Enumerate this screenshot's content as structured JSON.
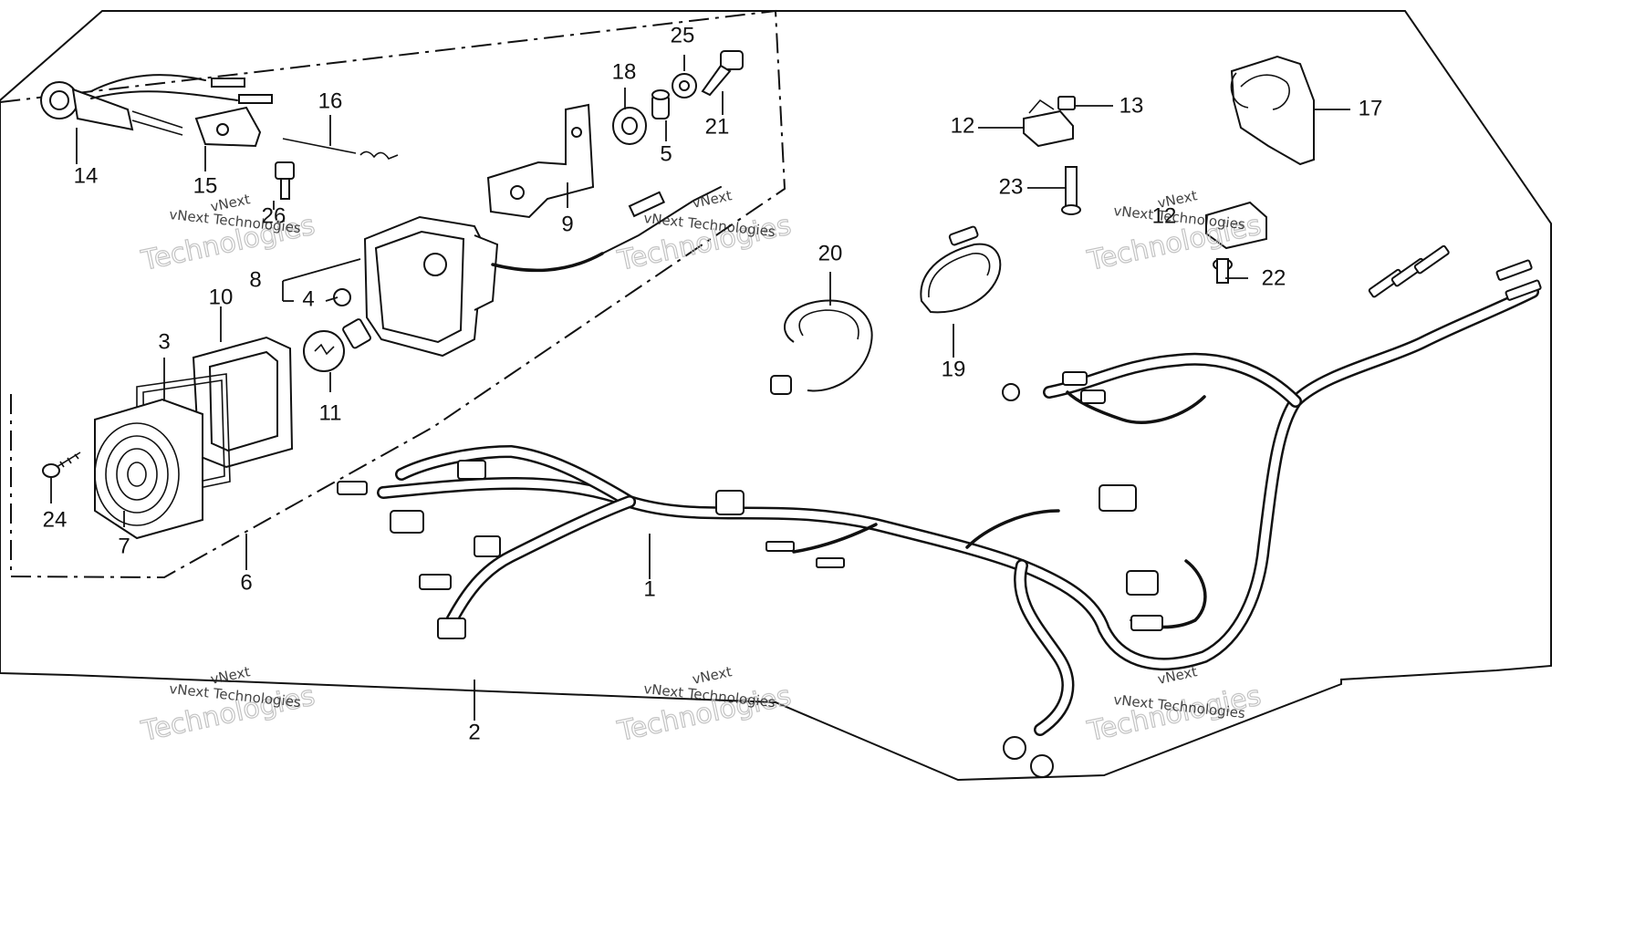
{
  "watermark": {
    "small": "vNext Technologies",
    "big": "Technologies",
    "tag": "vNext"
  },
  "callouts": [
    "1",
    "2",
    "3",
    "4",
    "5",
    "6",
    "7",
    "8",
    "9",
    "10",
    "11",
    "12",
    "12",
    "13",
    "14",
    "15",
    "16",
    "17",
    "18",
    "19",
    "20",
    "21",
    "22",
    "23",
    "24",
    "25",
    "26"
  ]
}
